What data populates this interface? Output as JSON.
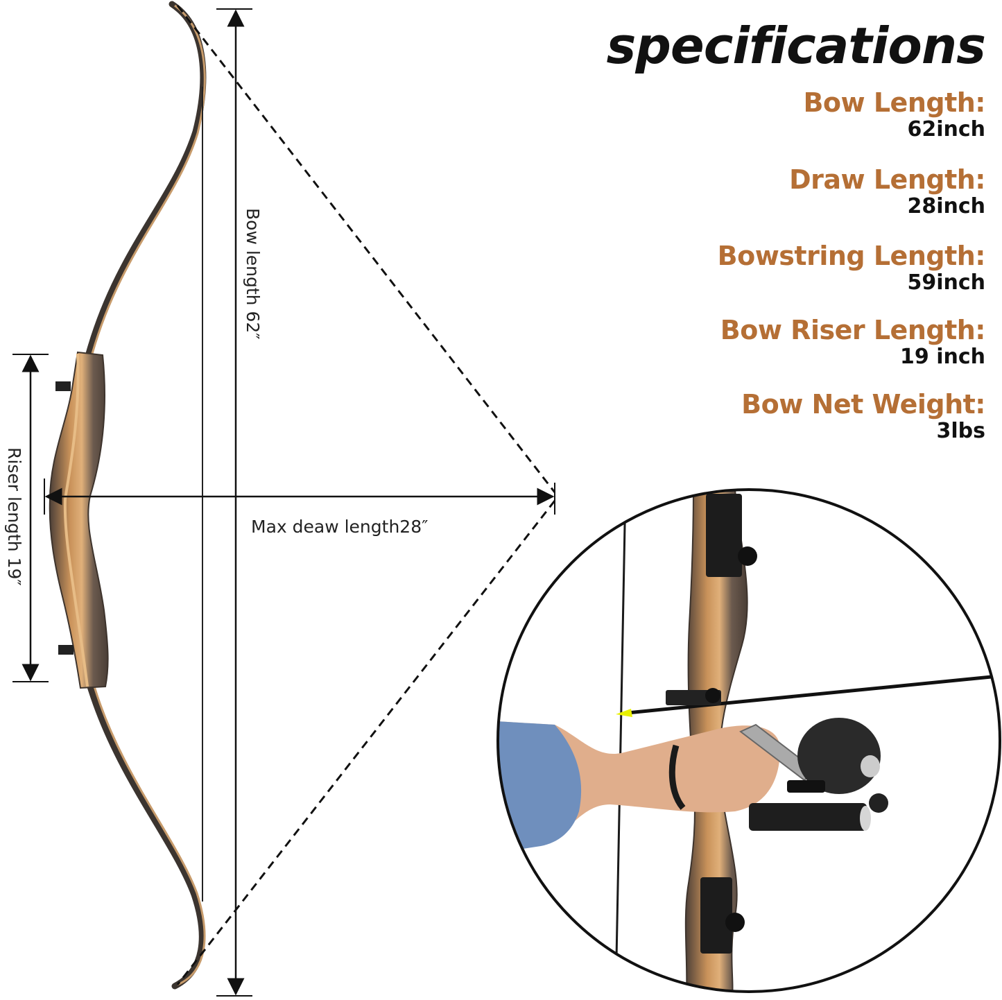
{
  "title": "specifications",
  "specs": [
    {
      "label": "Bow Length:",
      "value": "62inch"
    },
    {
      "label": "Draw Length:",
      "value": "28inch"
    },
    {
      "label": "Bowstring Length:",
      "value": "59inch"
    },
    {
      "label": "Bow Riser Length:",
      "value": "19 inch"
    },
    {
      "label": "Bow Net Weight:",
      "value": "3lbs"
    }
  ],
  "diagram": {
    "bow_length_label": "Bow length 62″",
    "riser_length_label": "Riser length 19″",
    "draw_length_label": "Max deaw length28″"
  },
  "colors": {
    "accent": "#b56f35",
    "text": "#111111",
    "wood_light": "#c9925a",
    "wood_dark": "#5a4c42",
    "limb": "#3b342f"
  },
  "icons": [
    "recurve-bow-icon",
    "arrow-icon",
    "bow-reel-icon",
    "stabilizer-icon",
    "archer-arm-icon"
  ]
}
